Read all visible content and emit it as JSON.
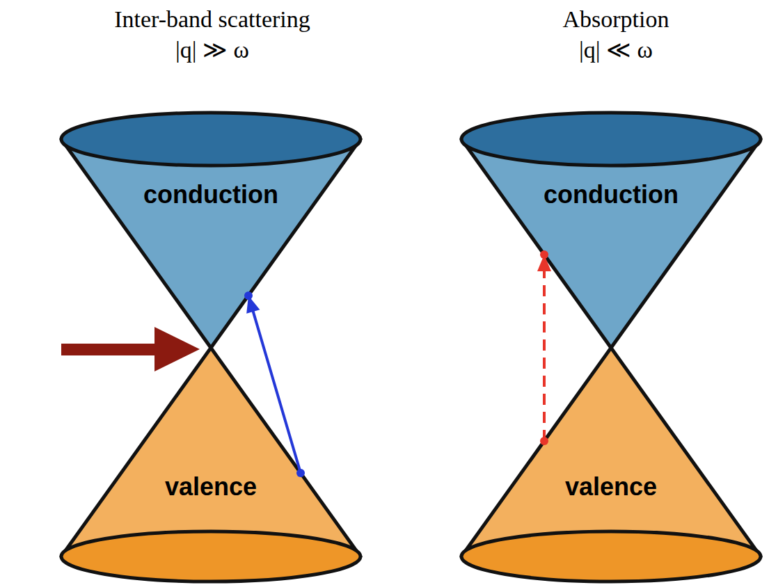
{
  "diagram": {
    "nodes": [
      {
        "text": [
          "conduction"
        ]
      },
      {
        "text": [
          "valence"
        ]
      },
      {
        "text": [
          "conduction"
        ]
      },
      {
        "text": [
          "valence"
        ]
      }
    ],
    "edges": [
      {
        "from": 1,
        "to": 0,
        "arrow": "to"
      },
      {
        "from": 3,
        "to": 2,
        "arrow": "to"
      }
    ],
    "labels": [
      "Inter-band scattering",
      "|q| ≫ ω",
      "Absorption",
      "|q| ≪ ω"
    ]
  }
}
